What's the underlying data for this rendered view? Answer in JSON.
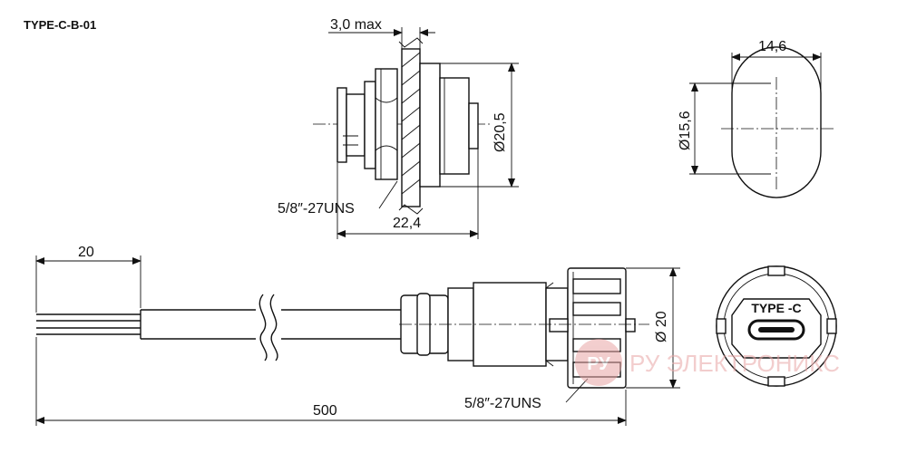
{
  "title": "TYPE-C-B-01",
  "dimensions": {
    "panel_max": "3,0 max",
    "diameter_body": "Ø20,5",
    "length_top": "22,4",
    "thread_top": "5/8″-27UNS",
    "cutout_width": "14,6",
    "cutout_height": "Ø15,6",
    "wire_strip": "20",
    "cable_length": "500",
    "thread_bottom": "5/8″-27UNS",
    "diameter_cap": "Ø 20"
  },
  "face_label": "TYPE -C",
  "watermark": "РУ ЭЛЕКТРОНИКС"
}
